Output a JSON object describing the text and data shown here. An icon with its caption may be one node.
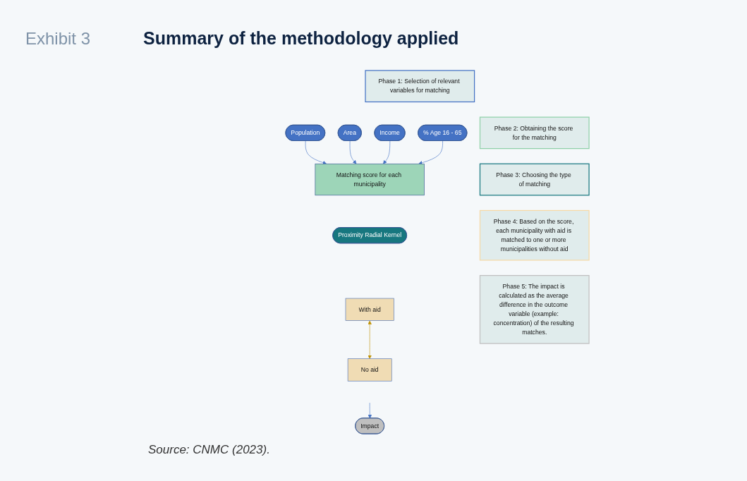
{
  "diagram": {
    "title": "Summary of the methodology applied",
    "caption": "Source: CNMC (2023).",
    "labels": [
      "Exhibit 3"
    ],
    "nodes": [
      {
        "text": [
          "Phase 1: Selection of relevant variables for matching"
        ]
      },
      {
        "text": [
          "Population"
        ]
      },
      {
        "text": [
          "Area"
        ]
      },
      {
        "text": [
          "Income"
        ]
      },
      {
        "text": [
          "% Age 16 - 65"
        ]
      },
      {
        "text": [
          "Phase 2: Obtaining the score for the matching"
        ]
      },
      {
        "text": [
          "Matching score for each municipality"
        ]
      },
      {
        "text": [
          "Phase 3: Choosing the type of matching"
        ]
      },
      {
        "text": [
          "Proximity Radial Kernel"
        ]
      },
      {
        "text": [
          "Phase 4: Based on the score, each municipality with aid is matched to one or more municipalities without aid"
        ]
      },
      {
        "text": [
          "With aid"
        ]
      },
      {
        "text": [
          "No aid"
        ]
      },
      {
        "text": [
          "Phase 5: The impact is calculated as the average difference in the outcome variable (example: concentration) of the resulting matches."
        ]
      },
      {
        "text": [
          "Impact"
        ]
      }
    ],
    "edges": [
      {
        "from": 1,
        "to": 6,
        "arrow": "to"
      },
      {
        "from": 2,
        "to": 6,
        "arrow": "to"
      },
      {
        "from": 3,
        "to": 6,
        "arrow": "to"
      },
      {
        "from": 4,
        "to": 6,
        "arrow": "to"
      },
      {
        "from": 10,
        "to": 11,
        "arrow": "both",
        "color": "#bf9000"
      },
      {
        "from": null,
        "to": 13,
        "arrow": "to"
      }
    ]
  }
}
